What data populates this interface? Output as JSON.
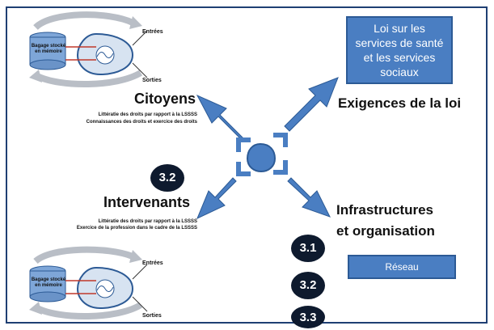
{
  "law_box": "Loi sur les services de santé et les services sociaux",
  "network_box": "Réseau",
  "citoyens": {
    "title": "Citoyens",
    "line1": "Littératie des droits par rapport à la LSSSS",
    "line2": "Connaissances des droits et  exercice des droits"
  },
  "exigences": {
    "title": "Exigences de la loi"
  },
  "intervenants": {
    "title": "Intervenants",
    "line1": "Littératie des droits par rapport à la LSSSS",
    "line2": "Exercice de la profession dans le cadre de la LSSSS"
  },
  "infrastructures": {
    "line1": "Infrastructures",
    "line2": "et organisation"
  },
  "badges": {
    "b32_left": "3.2",
    "b31": "3.1",
    "b32": "3.2",
    "b33": "3.3"
  },
  "memory": {
    "label": "Bagage stocké en mémoire",
    "inputs": "Entrées",
    "outputs": "Sorties"
  },
  "colors": {
    "blue": "#4a7ec2",
    "dark_blue": "#2c5a95",
    "badge": "#0e1a2e",
    "frame": "#1f3f73"
  }
}
